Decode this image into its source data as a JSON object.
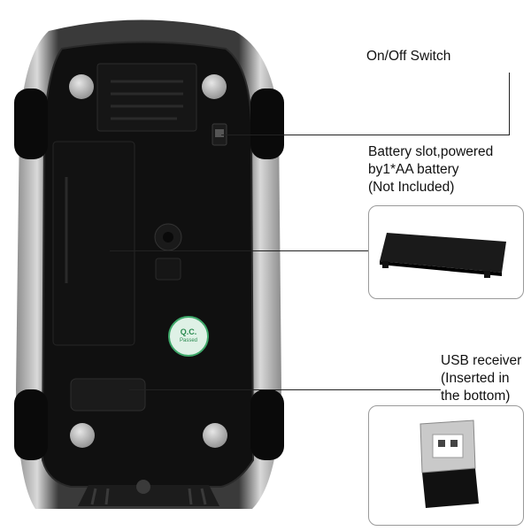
{
  "callouts": {
    "switch": "On/Off Switch",
    "battery_line1": "Battery slot,powered",
    "battery_line2": "by1*AA battery",
    "battery_line3": "(Not Included)",
    "usb_line1": "USB receiver",
    "usb_line2": "(Inserted in",
    "usb_line3": "the bottom)"
  },
  "mouse_markings": {
    "qc_seal": "Q.C.",
    "qc_seal_sub": "Passed"
  },
  "colors": {
    "body": "#0f0f0f",
    "chrome": "#c9c9c9",
    "qc_seal": "#3fa86a"
  }
}
